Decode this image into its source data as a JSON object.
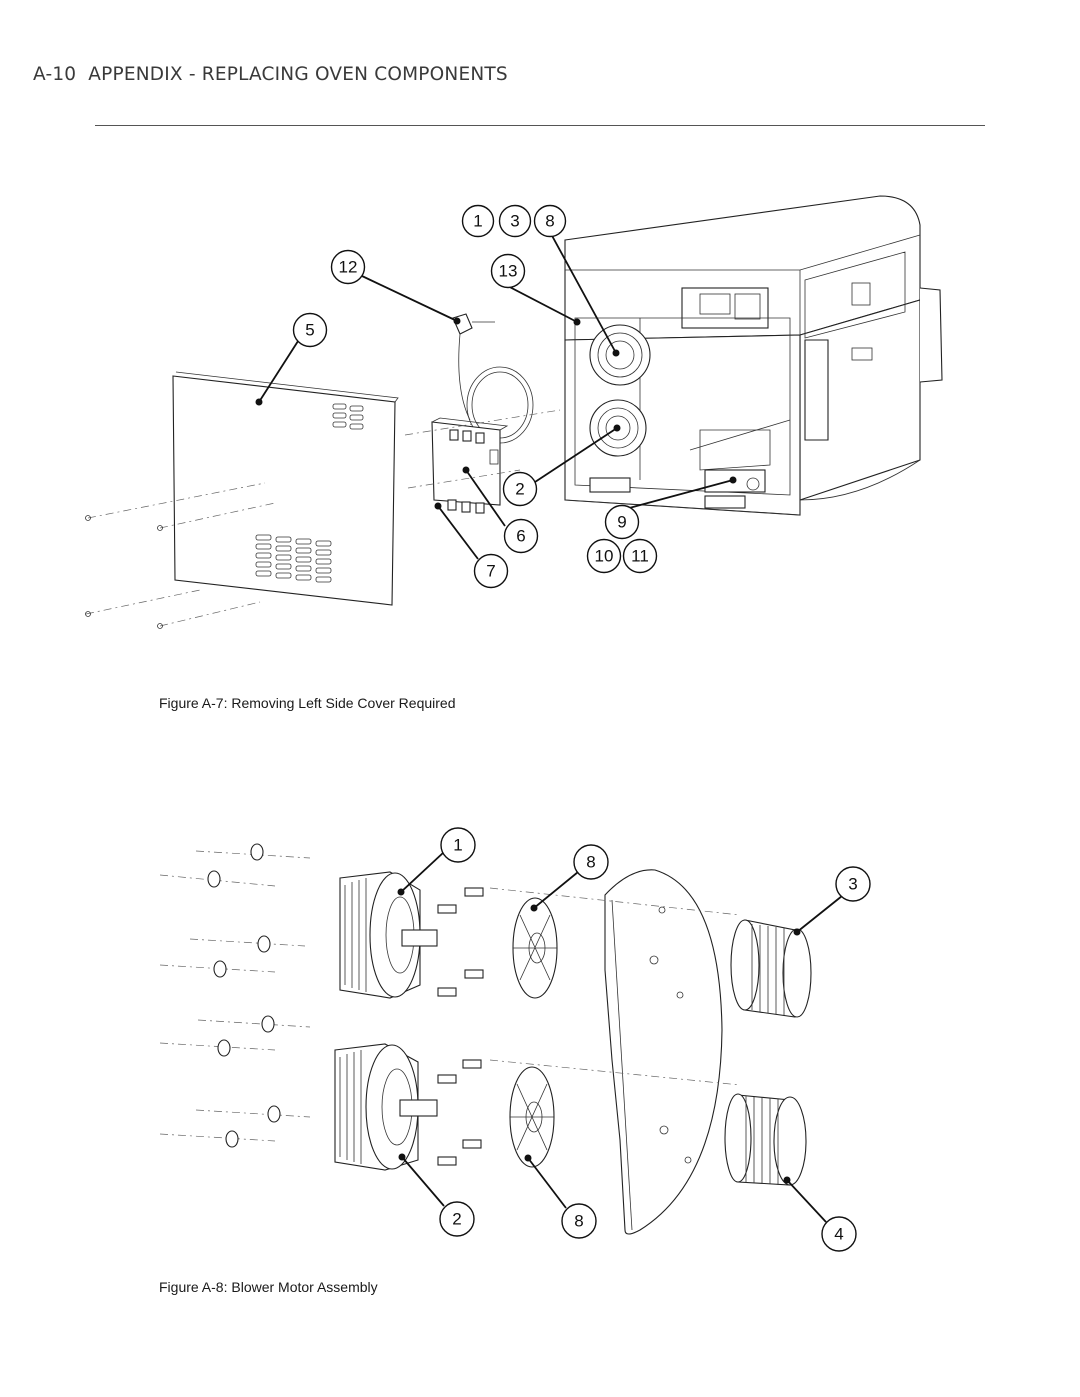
{
  "header": {
    "section_code": "A-10",
    "title": "APPENDIX - REPLACING OVEN COMPONENTS"
  },
  "figures": [
    {
      "caption": "Figure A-7: Removing Left Side Cover Required",
      "callouts": [
        "1",
        "3",
        "8",
        "12",
        "13",
        "5",
        "2",
        "6",
        "9",
        "10",
        "11",
        "7"
      ]
    },
    {
      "caption": "Figure A-8: Blower Motor Assembly",
      "callouts": [
        "1",
        "8",
        "3",
        "2",
        "8",
        "4"
      ]
    }
  ]
}
